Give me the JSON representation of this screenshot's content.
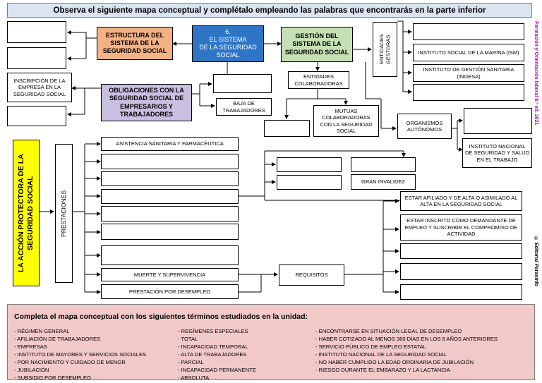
{
  "header": {
    "title": "Observa el siguiente mapa conceptual y complétalo empleando las palabras que encontrarás en la parte inferior"
  },
  "map": {
    "estructura": "ESTRUCTURA DEL SISTEMA DE LA SEGURIDAD SOCIAL",
    "central": "6.\nEL SISTEMA\nDE LA SEGURIDAD\nSOCIAL",
    "gestion": "GESTIÓN DEL SISTEMA DE LA SEGURIDAD SOCIAL",
    "entidades_gestoras": "ENTIDADES GESTORAS",
    "ism": "INSTITUTO SOCIAL DE LA MARINA (ISM)",
    "ingesa": "INSTITUTO DE GESTIÓN SANITARIA (INGESA)",
    "entidades_colaboradoras": "ENTIDADES COLABORADORAS",
    "mutuas": "MUTUAS COLABORADORAS CON LA SEGURIDAD SOCIAL",
    "organismos_autonomos": "ORGANISMOS AUTÓNOMOS",
    "insst": "INSTITUTO NACIONAL DE SEGURIDAD Y SALUD EN EL TRABAJO",
    "obligaciones": "OBLIGACIONES CON LA SEGURIDAD SOCIAL DE EMPRESARIOS Y TRABAJADORES",
    "inscripcion": "INSCRIPCIÓN DE LA EMPRESA EN LA SEGURIDAD SOCIAL",
    "baja": "BAJA DE TRABAJADORES",
    "accion_protectora": "LA ACCIÓN PROTECTORA DE LA SEGURIDAD SOCIAL",
    "prestaciones": "PRESTACIONES",
    "asistencia": "ASISTENCIA SANITARIA Y FARMACÉUTICA",
    "muerte": "MUERTE Y SUPERVIVENCIA",
    "desempleo": "PRESTACIÓN POR DESEMPLEO",
    "gran_invalidez": "GRAN INVALIDEZ",
    "requisitos": "REQUISITOS",
    "req_afiliado": "ESTAR AFILIADO Y DE ALTA O ASIMILADO AL ALTA EN LA SEGURIDAD SOCIAL",
    "req_inscrito": "ESTAR INSCRITO COMO DEMANDANTE DE EMPLEO Y SUSCRIBIR EL COMPROMISO DE ACTIVIDAD"
  },
  "credits": {
    "right_top": "Formación y Orientación laboral 8.ª ed. 2021",
    "right_bottom": "© Editorial Paraninfo"
  },
  "terms": {
    "title": "Completa el mapa conceptual con los siguientes términos estudiados en la unidad:",
    "col1": [
      "- RÉGIMEN GENERAL",
      "- AFILIACIÓN DE TRABAJADORES",
      "- EMPRESAS",
      "- INSTITUTO DE MAYORES Y SERVICIOS SOCIALES",
      "- POR NACIMIENTO Y CUIDADO DE MENOR",
      "- JUBILACIÓN",
      "- SUBSIDIO POR DESEMPLEO"
    ],
    "col2": [
      "- REGÍMENES ESPECIALES",
      "- TOTAL",
      "- INCAPACIDAD TEMPORAL",
      "- ALTA DE TRABAJADORES",
      "- PARCIAL",
      "- INCAPACIDAD PERMANENTE",
      "- ABSOLUTA"
    ],
    "col3": [
      "- ENCONTRARSE EN SITUACIÓN LEGAL DE DESEMPLEO",
      "- HABER COTIZADO AL MENOS 360 DÍAS EN LOS 6 AÑOS ANTERIORES",
      "- SERVICIO PÚBLICO DE EMPLEO ESTATAL",
      "- INSTITUTO NACIONAL DE LA SEGURIDAD SOCIAL",
      "- NO HABER CUMPLIDO LA EDAD ORDINARIA DE JUBILACIÓN",
      "- RIESGO DURANTE EL EMBARAZO Y LA LACTANCIA"
    ]
  }
}
